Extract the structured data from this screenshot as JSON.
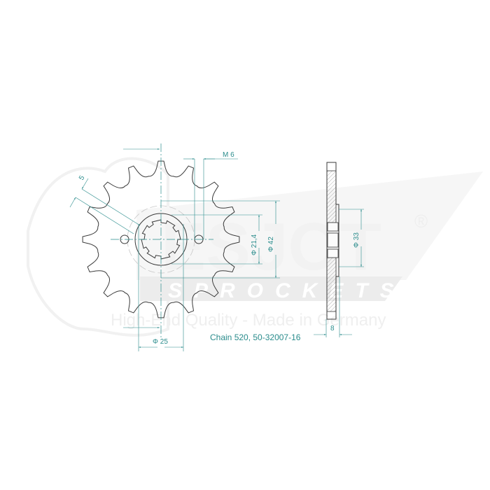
{
  "watermark": {
    "brand": "ESJOT",
    "registered": "®",
    "subtitle": "SPROCKETS",
    "tagline": "High-End Quality - Made in Germany"
  },
  "drawing": {
    "teeth": 16,
    "front_view": {
      "dimensions": {
        "tooth_width": "5",
        "bolt_thread": "M 6",
        "spline_diameter": "Φ 21,4",
        "hub_diameter": "Φ 42",
        "bolt_spacing": "Φ 25"
      }
    },
    "side_view": {
      "dimensions": {
        "hub_diameter": "Φ 33",
        "thickness": "8"
      }
    },
    "caption": "Chain 520, 50-32007-16"
  },
  "colors": {
    "outline": "#3a3a3a",
    "dimension": "#2a8c8c",
    "watermark": "#f0f0f0"
  }
}
